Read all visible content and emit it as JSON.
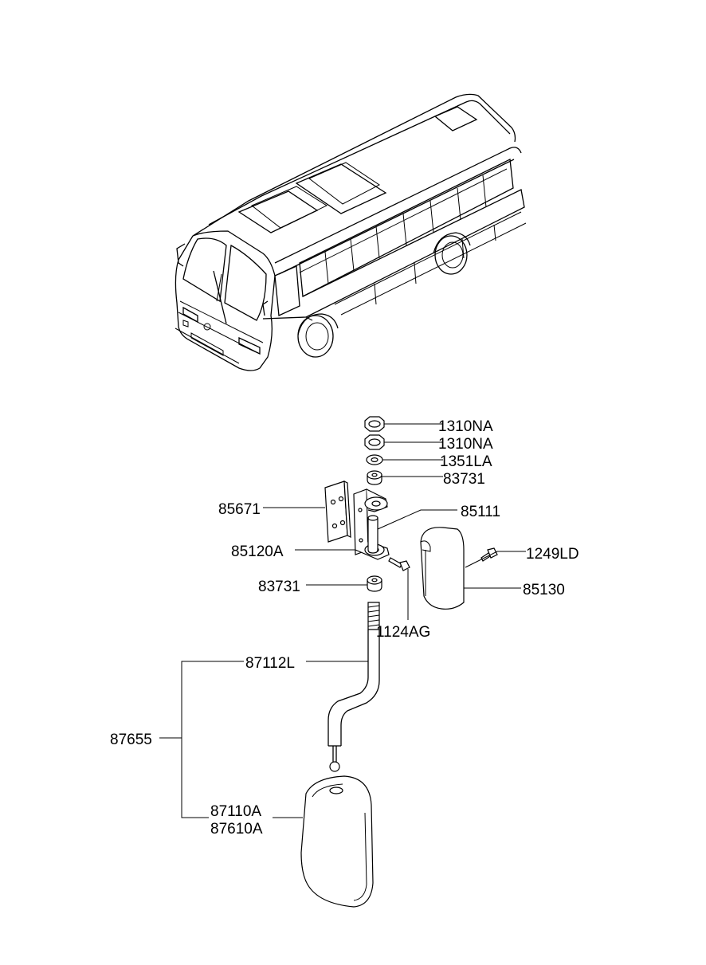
{
  "parts": [
    {
      "id": "nut_top",
      "label": "1310NA"
    },
    {
      "id": "nut_second",
      "label": "1310NA"
    },
    {
      "id": "washer",
      "label": "1351LA"
    },
    {
      "id": "bushing_upper",
      "label": "83731"
    },
    {
      "id": "shaft",
      "label": "85111"
    },
    {
      "id": "plate",
      "label": "85671"
    },
    {
      "id": "bracket",
      "label": "85120A"
    },
    {
      "id": "screw_bracket",
      "label": "1249LD"
    },
    {
      "id": "cover",
      "label": "85130"
    },
    {
      "id": "bushing_lower",
      "label": "83731"
    },
    {
      "id": "bolt",
      "label": "1124AG"
    },
    {
      "id": "stay",
      "label": "87112L"
    },
    {
      "id": "assembly",
      "label": "87655"
    },
    {
      "id": "mirror_a",
      "label": "87110A"
    },
    {
      "id": "mirror_b",
      "label": "87610A"
    }
  ]
}
